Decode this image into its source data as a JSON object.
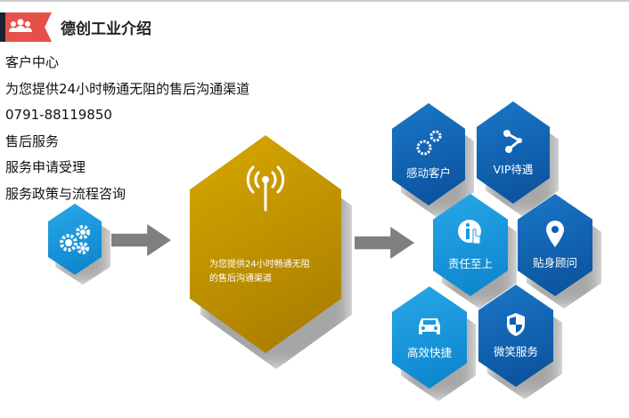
{
  "header": {
    "title": "德创工业介绍",
    "icon": "users-icon"
  },
  "lines": [
    "客户中心",
    "为您提供24小时畅通无阻的售后沟通渠道",
    "0791-88119850",
    "售后服务",
    "服务申请受理",
    "服务政策与流程咨询"
  ],
  "center": {
    "line1": "为您提供24小时畅通无阻",
    "line2": "的售后沟通渠道"
  },
  "tiles": [
    {
      "label": "感动客户",
      "icon": "gears-icon"
    },
    {
      "label": "VIP待遇",
      "icon": "share-icon"
    },
    {
      "label": "责任至上",
      "icon": "info-touch-icon"
    },
    {
      "label": "贴身顾问",
      "icon": "map-pin-icon"
    },
    {
      "label": "高效快捷",
      "icon": "car-icon"
    },
    {
      "label": "微笑服务",
      "icon": "shield-icon"
    }
  ],
  "colors": {
    "red": "#e5504a",
    "gold": "#c49a00",
    "blue": "#0a5fb0",
    "lightblue": "#1a9be0"
  }
}
